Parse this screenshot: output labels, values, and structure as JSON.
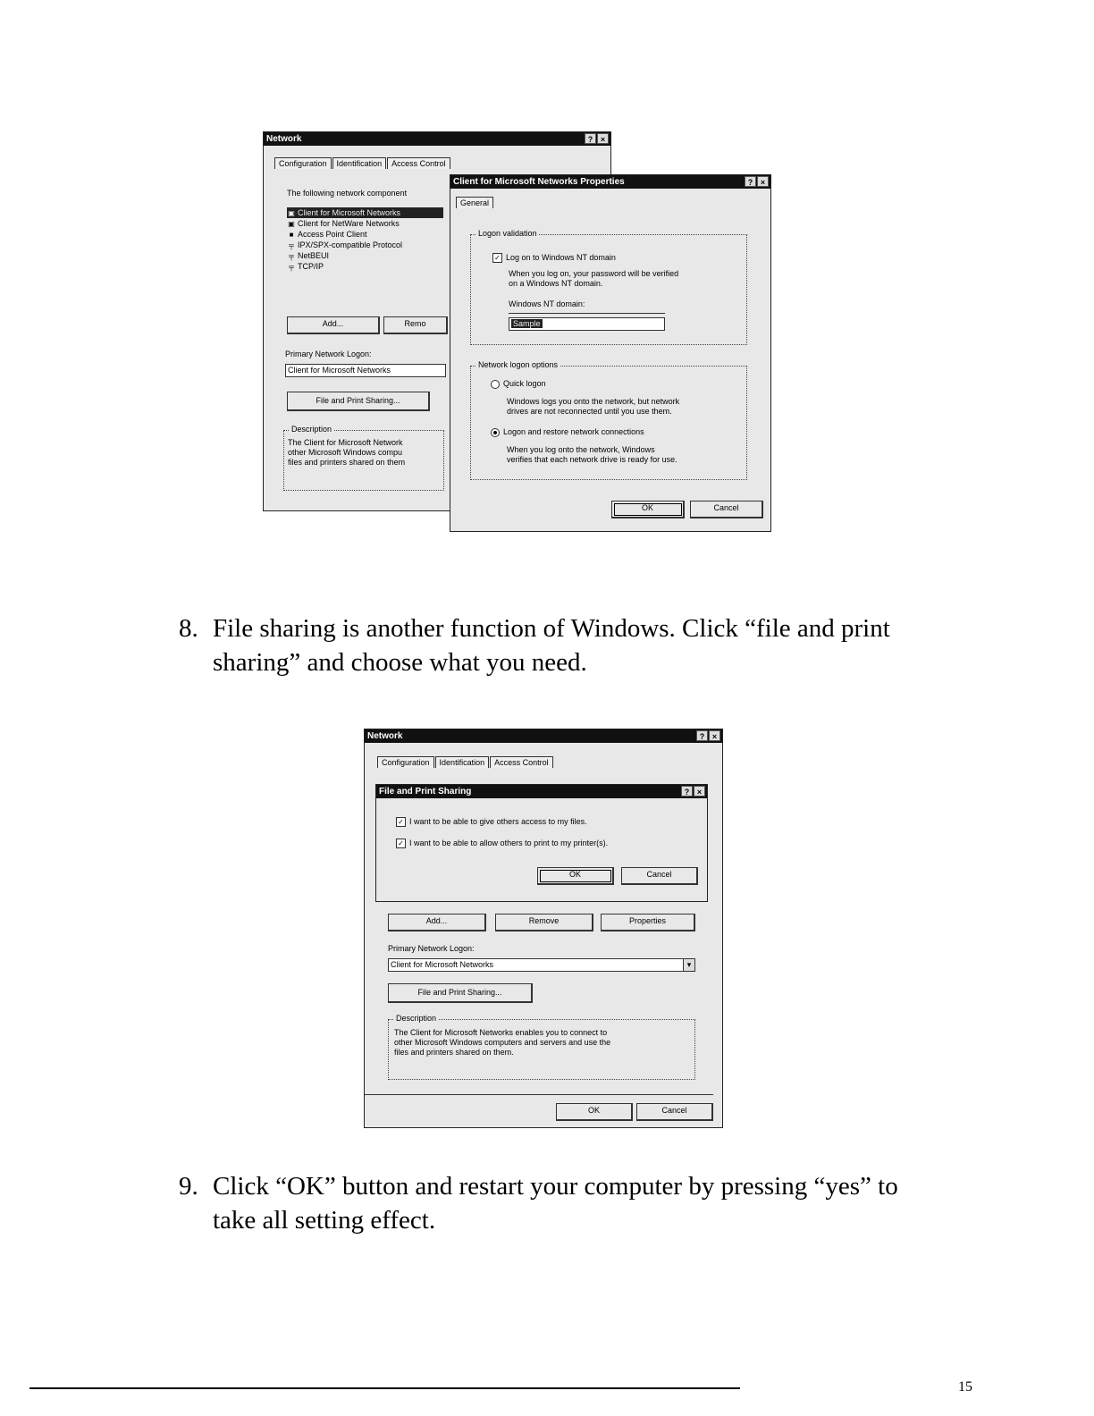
{
  "screenshot1": {
    "network_window": {
      "title": "Network",
      "help_btn": "?",
      "close_btn": "×",
      "tabs": [
        "Configuration",
        "Identification",
        "Access Control"
      ],
      "components_label": "The following network component",
      "components": [
        {
          "icon": "client-icon",
          "label": "Client for Microsoft Networks"
        },
        {
          "icon": "client-icon",
          "label": "Client for NetWare Networks"
        },
        {
          "icon": "client-icon",
          "label": "Access Point Client"
        },
        {
          "icon": "protocol-icon",
          "label": "IPX/SPX-compatible Protocol"
        },
        {
          "icon": "protocol-icon",
          "label": "NetBEUI"
        },
        {
          "icon": "protocol-icon",
          "label": "TCP/IP"
        }
      ],
      "add_button": "Add...",
      "remove_button": "Remo",
      "primary_logon_label": "Primary Network Logon:",
      "primary_logon_value": "Client for Microsoft Networks",
      "file_print_button": "File and Print Sharing...",
      "description_label": "Description",
      "description_text": [
        "The Client for Microsoft Network",
        "other Microsoft Windows compu",
        "files and printers shared on them"
      ]
    },
    "client_dialog": {
      "title": "Client for Microsoft Networks Properties",
      "help_btn": "?",
      "close_btn": "×",
      "tab": "General",
      "logon_validation_label": "Logon validation",
      "logon_nt_check": "Log on to Windows NT domain",
      "logon_nt_desc": [
        "When you log on, your password will be verified",
        "on a Windows NT domain."
      ],
      "nt_domain_label": "Windows NT domain:",
      "nt_domain_value": "Sample",
      "network_logon_options_label": "Network logon options",
      "quick_logon_label": "Quick logon",
      "quick_logon_desc": [
        "Windows logs you onto the network, but network",
        "drives are not reconnected until you use them."
      ],
      "restore_label": "Logon and restore network connections",
      "restore_desc": [
        "When you log onto the network, Windows",
        "verifies that each network drive is ready for use."
      ],
      "ok_button": "OK",
      "cancel_button": "Cancel"
    }
  },
  "step8": {
    "number": "8.",
    "lines": [
      "File sharing is another function of Windows. Click “file and print",
      "sharing” and choose what you need."
    ]
  },
  "screenshot2": {
    "network_window": {
      "title": "Network",
      "help_btn": "?",
      "close_btn": "×",
      "tabs": [
        "Configuration",
        "Identification",
        "Access Control"
      ],
      "add_button": "Add...",
      "remove_button": "Remove",
      "properties_button": "Properties",
      "primary_logon_label": "Primary Network Logon:",
      "primary_logon_value": "Client for Microsoft Networks",
      "dropdown_arrow": "▾",
      "file_print_button": "File and Print Sharing...",
      "description_label": "Description",
      "description_text": [
        "The Client for Microsoft Networks enables you to connect to",
        "other Microsoft Windows computers and servers and use the",
        "files and printers shared on them."
      ],
      "ok_button": "OK",
      "cancel_button": "Cancel"
    },
    "fps_dialog": {
      "title": "File and Print Sharing",
      "help_btn": "?",
      "close_btn": "×",
      "check1": "I want to be able to give others access to my files.",
      "check2": "I want to be able to allow others to print to my printer(s).",
      "ok_button": "OK",
      "cancel_button": "Cancel"
    }
  },
  "step9": {
    "number": "9.",
    "lines": [
      "Click “OK” button and restart your computer by pressing “yes” to",
      "take all setting effect."
    ]
  },
  "page_number": "15"
}
